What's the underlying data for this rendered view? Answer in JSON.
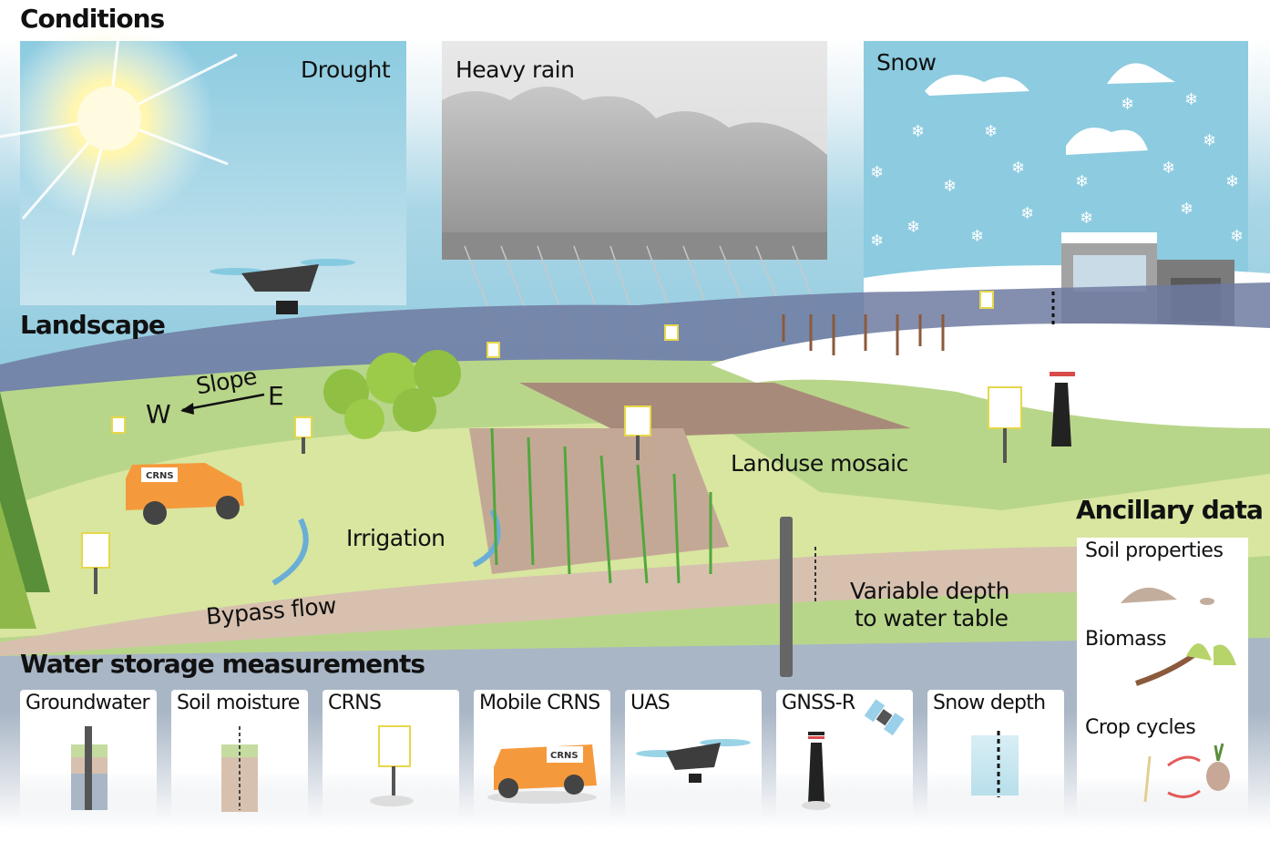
{
  "conditions": {
    "title": "Conditions",
    "panels": [
      "Drought",
      "Heavy rain",
      "Snow"
    ]
  },
  "landscape": {
    "title": "Landscape",
    "slope": "Slope",
    "west": "W",
    "east": "E",
    "irrigation": "Irrigation",
    "landuse": "Landuse mosaic",
    "bypass": "Bypass flow",
    "water_table_1": "Variable depth",
    "water_table_2": "to water table",
    "vehicle_label": "CRNS"
  },
  "ancillary": {
    "title": "Ancillary data",
    "items": [
      "Soil properties",
      "Biomass",
      "Crop cycles"
    ]
  },
  "measurements": {
    "title": "Water storage measurements",
    "items": [
      "Groundwater",
      "Soil moisture",
      "CRNS",
      "Mobile CRNS",
      "UAS",
      "GNSS-R",
      "Snow depth"
    ],
    "vehicle_label": "CRNS"
  },
  "colors": {
    "sky": "#8fcbe0",
    "grass": "#b8d68a",
    "soil": "#d7c1ae",
    "groundwater": "#a9b6c6",
    "vehicle": "#f59a3c"
  }
}
